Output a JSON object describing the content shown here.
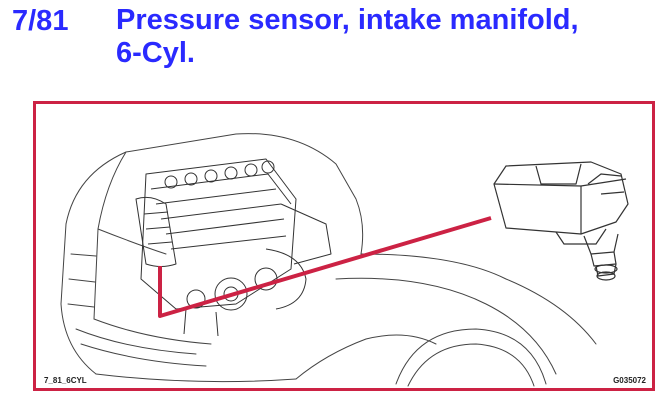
{
  "header": {
    "number": "7/81",
    "title_line1": "Pressure sensor, intake manifold,",
    "title_line2": "6-Cyl."
  },
  "figure": {
    "code_left": "7_81_6CYL",
    "code_right": "G035072",
    "frame_color": "#cc2244",
    "callout_color": "#cc2244",
    "title_color": "#2a2aff"
  }
}
